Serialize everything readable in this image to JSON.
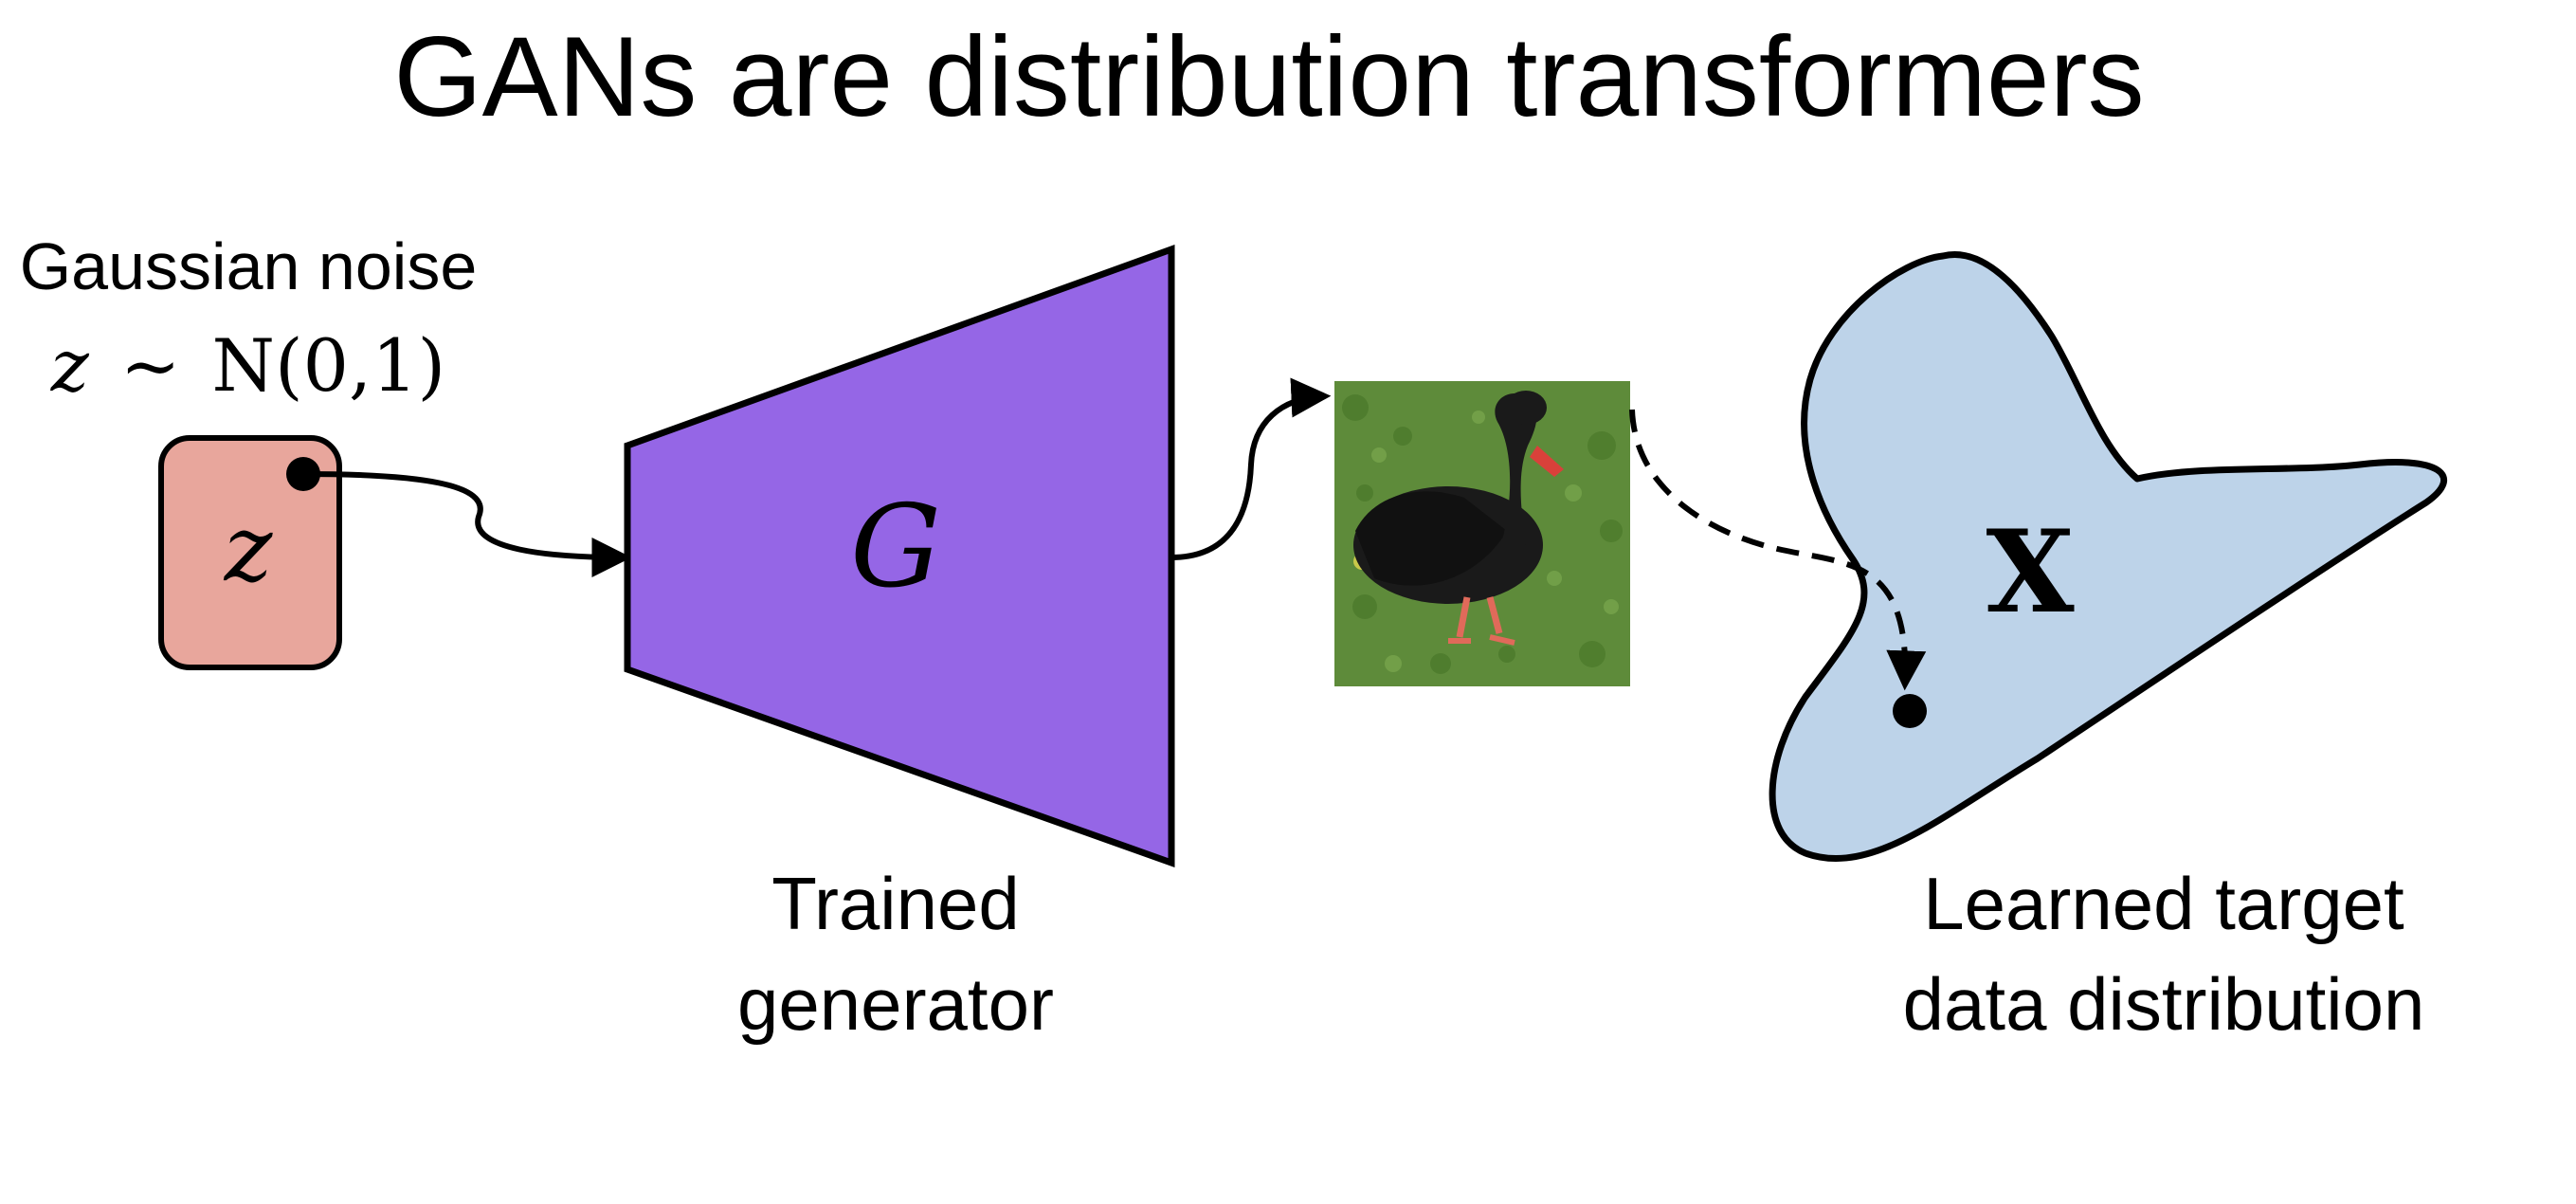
{
  "slide": {
    "title": "GANs are distribution transformers",
    "noise": {
      "label": "Gaussian noise",
      "formula_var": "z",
      "formula_tilde": "~",
      "formula_dist": "N(0,1)",
      "box_symbol": "z"
    },
    "generator": {
      "symbol": "G",
      "caption_line1": "Trained",
      "caption_line2": "generator"
    },
    "sample": {
      "image_subject": "black swan"
    },
    "target": {
      "symbol": "X",
      "caption_line1": "Learned target",
      "caption_line2": "data distribution"
    }
  },
  "colors": {
    "noise_box_fill": "#E8A69C",
    "generator_fill": "#9566E6",
    "distribution_fill": "#BDD3E9",
    "grass": "#5E8B3A",
    "swan": "#1A1A1A",
    "beak": "#D9413A"
  }
}
